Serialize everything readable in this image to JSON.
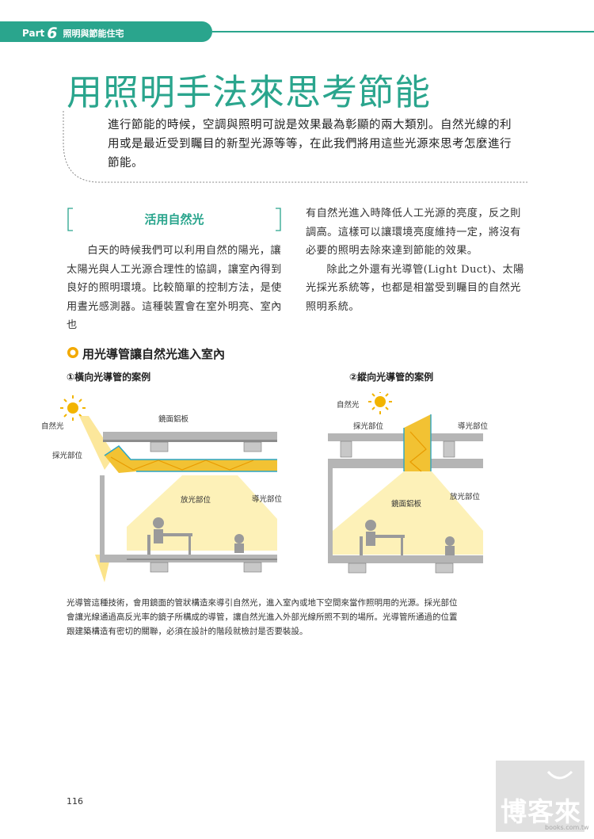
{
  "header": {
    "part_label": "Part",
    "part_number": "6",
    "part_title": "照明與節能住宅"
  },
  "title": "用照明手法來思考節能",
  "intro": [
    "進行節能的時候，空調與照明可說是效果最為彰顯的兩大類別。自然光線的利",
    "用或是最近受到矚目的新型光源等等，在此我們將用這些光源來思考怎麼進行",
    "節能。"
  ],
  "section": {
    "heading": "活用自然光",
    "left_paragraph": "白天的時候我們可以利用自然的陽光，讓太陽光與人工光源合理性的協調，讓室內得到良好的照明環境。比較簡單的控制方法，是使用晝光感測器。這種裝置會在室外明亮、室內也",
    "right_paragraph_1": "有自然光進入時降低人工光源的亮度，反之則調高。這樣可以讓環境亮度維持一定，將沒有必要的照明去除來達到節能的效果。",
    "right_paragraph_2": "除此之外還有光導管(Light Duct)、太陽光採光系統等，也都是相當受到矚目的自然光照明系統。"
  },
  "figure": {
    "title": "用光導管讓自然光進入室內",
    "case1": {
      "title": "①橫向光導管的案例",
      "labels": {
        "sunlight": "自然光",
        "collector": "採光部位",
        "mirror": "鏡面鋁板",
        "emitter": "放光部位",
        "duct": "導光部位"
      }
    },
    "case2": {
      "title": "②縱向光導管的案例",
      "labels": {
        "sunlight": "自然光",
        "collector": "採光部位",
        "duct": "導光部位",
        "mirror": "鏡面鋁板",
        "emitter": "放光部位"
      }
    },
    "caption": [
      "光導管這種技術，會用鏡面的管狀構造來導引自然光，進入室內或地下空間來當作照明用的光源。採光部位",
      "會讓光線通過高反光率的鏡子所構成的導管，讓自然光進入外部光線所照不到的場所。光導管所通過的位置",
      "跟建築構造有密切的關聯，必須在設計的階段就檢討是否要裝設。"
    ]
  },
  "page_number": "116",
  "watermark": {
    "text": "博客來",
    "url": "books.com.tw"
  },
  "colors": {
    "accent": "#2aa58d",
    "light": "#fbe38a",
    "duct": "#f2c233",
    "structure": "#b5b5b5"
  }
}
